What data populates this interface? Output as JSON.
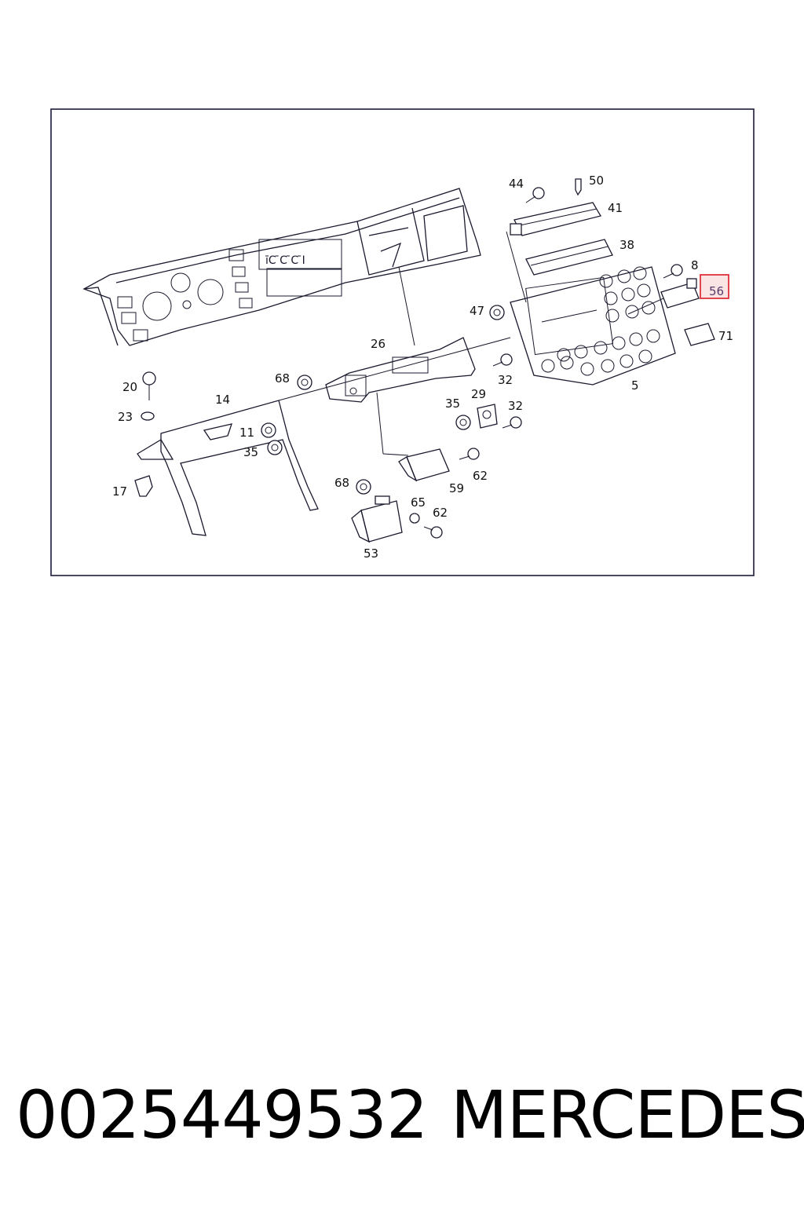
{
  "diagram": {
    "callouts": [
      {
        "id": "c44",
        "text": "44"
      },
      {
        "id": "c50",
        "text": "50"
      },
      {
        "id": "c41",
        "text": "41"
      },
      {
        "id": "c38",
        "text": "38"
      },
      {
        "id": "c8",
        "text": "8"
      },
      {
        "id": "c56",
        "text": "56",
        "highlighted": true
      },
      {
        "id": "c47",
        "text": "47"
      },
      {
        "id": "c71",
        "text": "71"
      },
      {
        "id": "c26",
        "text": "26"
      },
      {
        "id": "c5",
        "text": "5"
      },
      {
        "id": "c68a",
        "text": "68"
      },
      {
        "id": "c32a",
        "text": "32"
      },
      {
        "id": "c20",
        "text": "20"
      },
      {
        "id": "c14",
        "text": "14"
      },
      {
        "id": "c29",
        "text": "29"
      },
      {
        "id": "c35a",
        "text": "35"
      },
      {
        "id": "c32b",
        "text": "32"
      },
      {
        "id": "c23",
        "text": "23"
      },
      {
        "id": "c11",
        "text": "11"
      },
      {
        "id": "c35b",
        "text": "35"
      },
      {
        "id": "c62a",
        "text": "62"
      },
      {
        "id": "c17",
        "text": "17"
      },
      {
        "id": "c68b",
        "text": "68"
      },
      {
        "id": "c59",
        "text": "59"
      },
      {
        "id": "c65",
        "text": "65"
      },
      {
        "id": "c62b",
        "text": "62"
      },
      {
        "id": "c53",
        "text": "53"
      }
    ],
    "highlight_color": "#e0303a"
  },
  "footer": {
    "part_number": "0025449532",
    "brand": "MERCEDES"
  }
}
